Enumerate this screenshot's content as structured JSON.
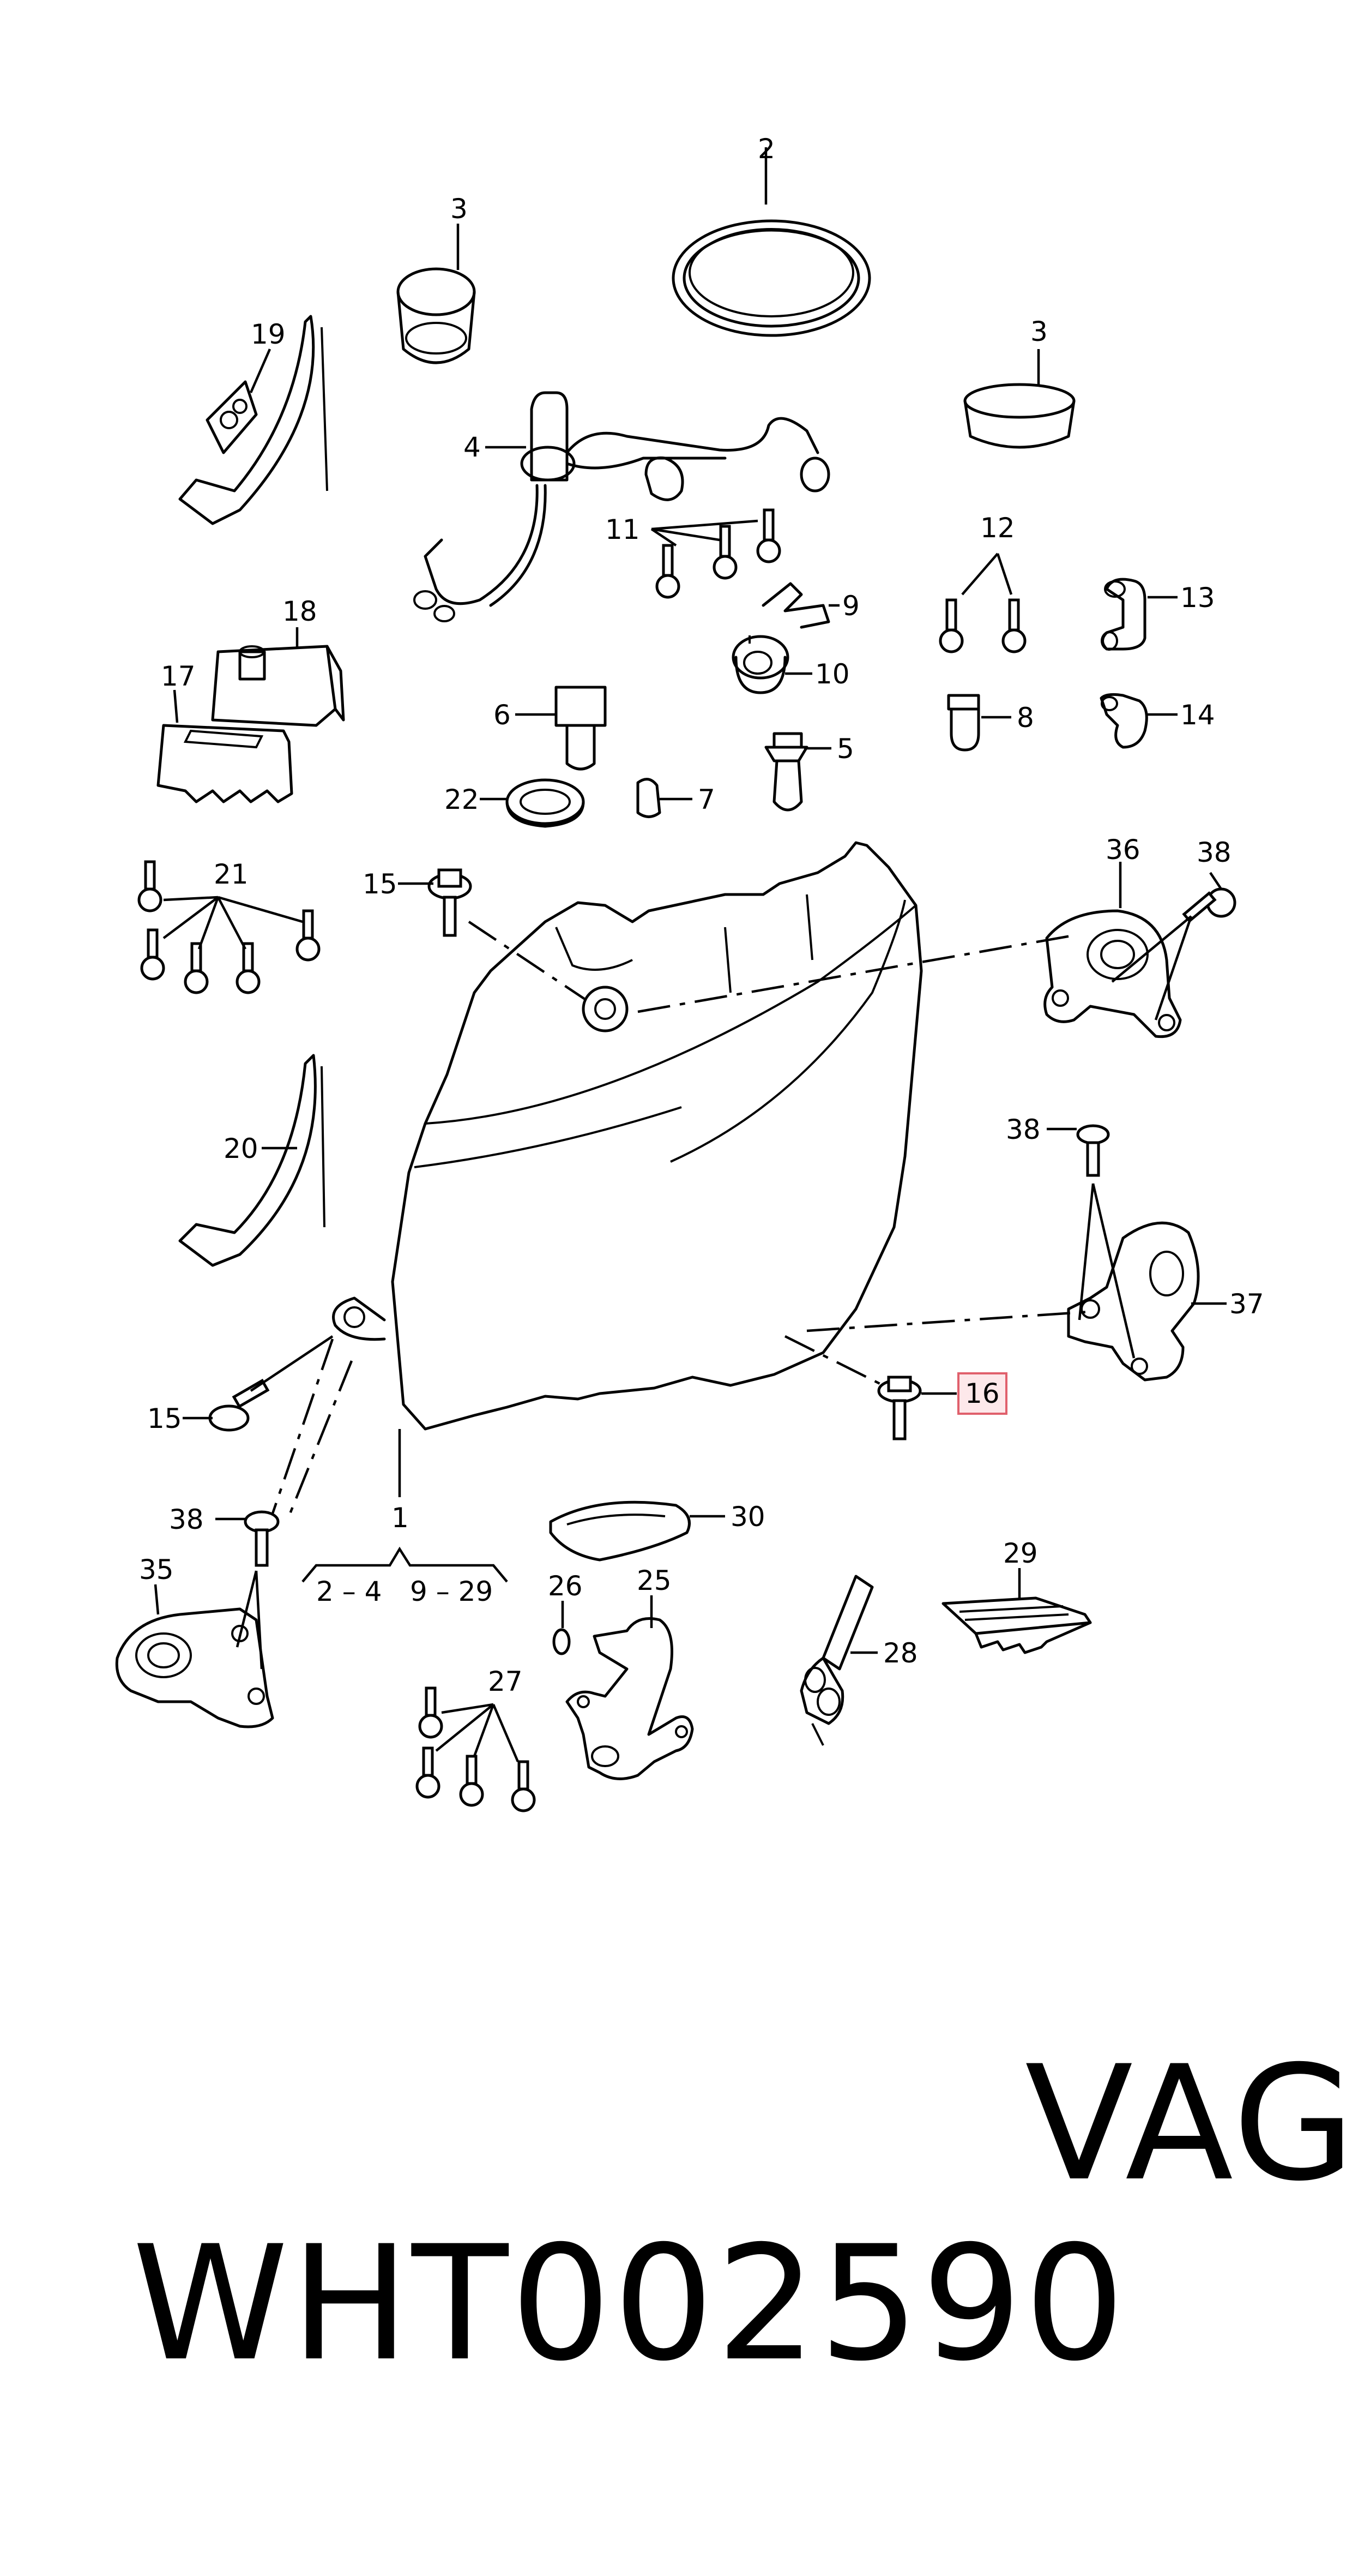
{
  "labels": {
    "p1": "1",
    "p2": "2",
    "p3a": "3",
    "p3b": "3",
    "p4": "4",
    "p5": "5",
    "p6": "6",
    "p7": "7",
    "p8": "8",
    "p9": "9",
    "p10": "10",
    "p11": "11",
    "p12": "12",
    "p13": "13",
    "p14": "14",
    "p15a": "15",
    "p15b": "15",
    "p16": "16",
    "p17": "17",
    "p18": "18",
    "p19": "19",
    "p20": "20",
    "p21": "21",
    "p22": "22",
    "p25": "25",
    "p26": "26",
    "p27": "27",
    "p28": "28",
    "p29": "29",
    "p30": "30",
    "p35": "35",
    "p36": "36",
    "p37": "37",
    "p38a": "38",
    "p38b": "38",
    "p38c": "38",
    "range_a": "2 – 4",
    "range_b": "9 – 29"
  },
  "caption": {
    "part_number": "WHT002590",
    "brand": "VAG"
  },
  "colors": {
    "ink": "#000000",
    "highlight_fill": "#fde8ea",
    "highlight_stroke": "#e0606c"
  }
}
